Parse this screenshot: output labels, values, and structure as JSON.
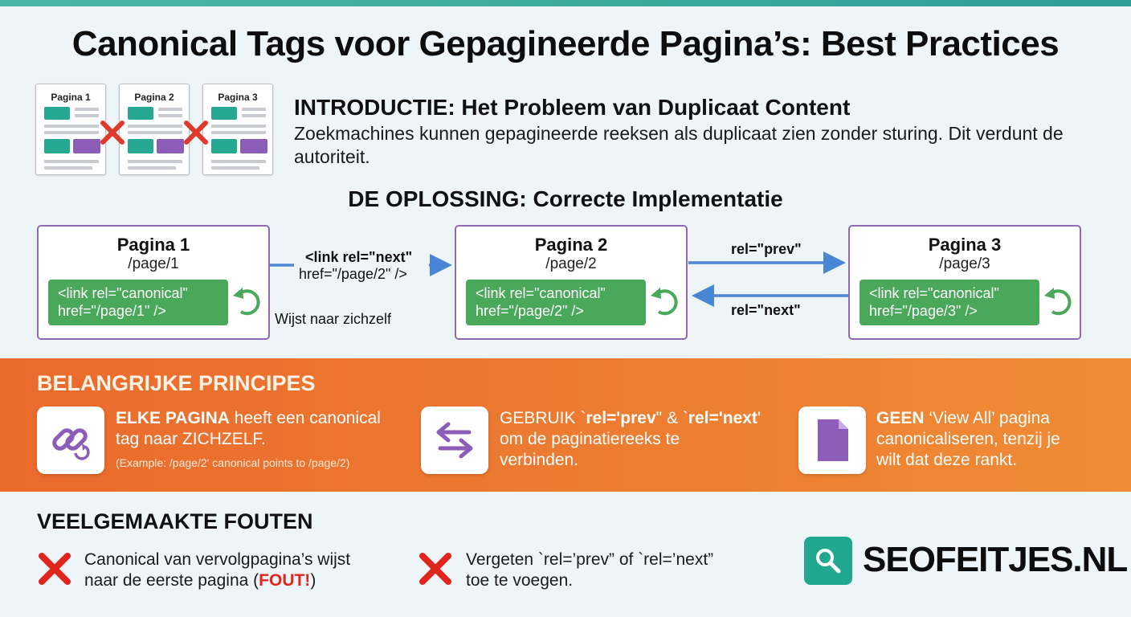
{
  "title": "Canonical Tags voor Gepagineerde Pagina’s: Best Practices",
  "intro": {
    "doc_labels": [
      "Pagina 1",
      "Pagina 2",
      "Pagina 3"
    ],
    "heading": "INTRODUCTIE: Het Probleem van Duplicaat Content",
    "text": "Zoekmachines kunnen gepagineerde reeksen als duplicaat zien zonder sturing. Dit verdunt de autoriteit."
  },
  "solution": {
    "heading": "DE OPLOSSING: Correcte Implementatie",
    "pages": [
      {
        "title": "Pagina 1",
        "path": "/page/1",
        "canon_line1": "<link rel=\"canonical\"",
        "canon_line2": "href=\"/page/1\" />"
      },
      {
        "title": "Pagina 2",
        "path": "/page/2",
        "canon_line1": "<link rel=\"canonical\"",
        "canon_line2": "href=\"/page/2\" />"
      },
      {
        "title": "Pagina 3",
        "path": "/page/3",
        "canon_line1": "<link rel=\"canonical\"",
        "canon_line2": "href=\"/page/3\" />"
      }
    ],
    "link_next_line1": "<link rel=\"next\"",
    "link_next_line2": "href=\"/page/2\" />",
    "self_label": "Wijst naar zichzelf",
    "rel_prev": "rel=\"prev\"",
    "rel_next": "rel=\"next\""
  },
  "principles": {
    "heading": "BELANGRIJKE PRINCIPES",
    "items": [
      {
        "bold": "ELKE PAGINA",
        "text1": " heeft een canonical",
        "text2": "tag naar ZICHZELF.",
        "example": "(Example: /page/2' canonical points to /page/2)",
        "icon": "link-icon"
      },
      {
        "text1": "GEBRUIK `",
        "bold1": "rel='prev",
        "text1b": "\" & `",
        "bold2": "rel='next",
        "text1c": "'",
        "text2": "om de paginatiereeks te",
        "text3": "verbinden.",
        "icon": "swap-arrows-icon"
      },
      {
        "bold": "GEEN",
        "text1": " ‘View All’ pagina",
        "text2": "canonicaliseren, tenzij je",
        "text3": "wilt dat deze rankt.",
        "icon": "document-icon"
      }
    ]
  },
  "mistakes": {
    "heading": "VEELGEMAAKTE FOUTEN",
    "items": [
      {
        "line1": "Canonical van vervolgpagina’s wijst",
        "line2_pre": "naar de eerste pagina (",
        "line2_err": "FOUT!",
        "line2_post": ")"
      },
      {
        "line1": "Vergeten `rel=’prev” of `rel=’next”",
        "line2": "toe te voegen."
      }
    ]
  },
  "brand": {
    "name": "SEOFEITJES.NL",
    "icon": "search-icon"
  },
  "colors": {
    "accent_teal": "#22a88f",
    "canonical_green": "#4aa85a",
    "arrow_blue": "#4a86d6",
    "orange": "#ea6a2c",
    "error_red": "#e0261c",
    "box_border": "#8f6ab8"
  }
}
